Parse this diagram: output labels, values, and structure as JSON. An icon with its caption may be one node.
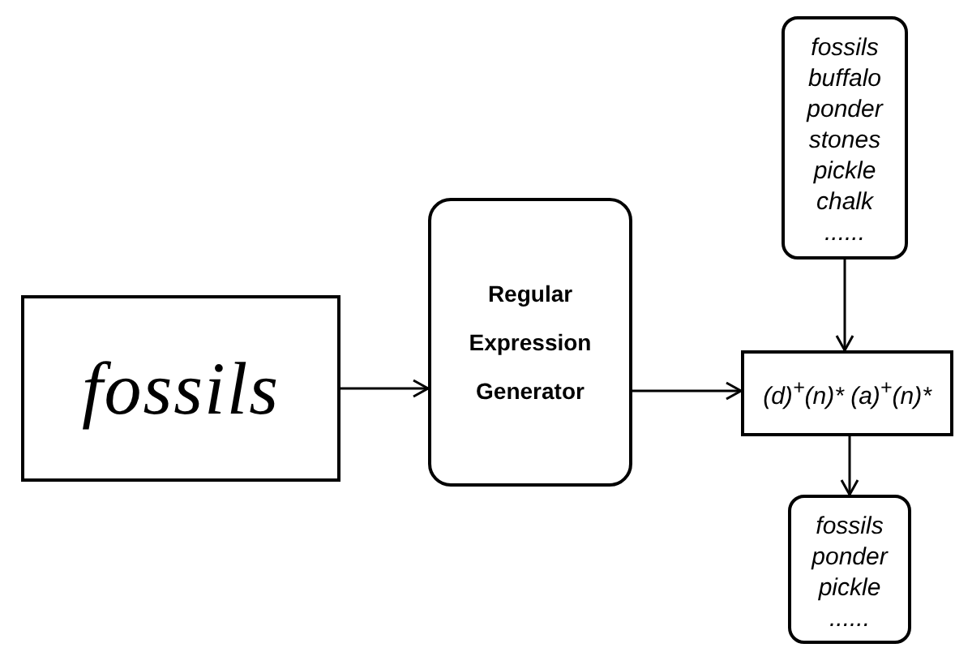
{
  "diagram": {
    "nodes": [
      {
        "text": [
          "fossils"
        ]
      },
      {
        "text": [
          "Regular Expression Generator"
        ]
      },
      {
        "text": [
          "fossils buffalo ponder stones pickle chalk ......"
        ]
      },
      {
        "text": [
          "(d)$^{+}$(n)* (a)$^{+}$(n)*"
        ]
      },
      {
        "text": [
          "fossils ponder pickle ......"
        ]
      }
    ],
    "edges": [
      {
        "from": 0,
        "to": 1,
        "arrow": "to"
      },
      {
        "from": 1,
        "to": 3,
        "arrow": "to"
      },
      {
        "from": 2,
        "to": 3,
        "arrow": "to"
      },
      {
        "from": 3,
        "to": 4,
        "arrow": "to"
      }
    ]
  }
}
